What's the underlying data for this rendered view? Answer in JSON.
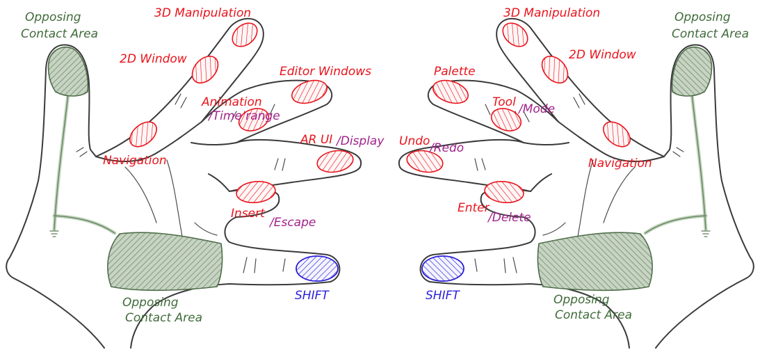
{
  "colors": {
    "primary_label": "#e8141c",
    "secondary_label": "#a0228a",
    "shift_label": "#2a1fd6",
    "contact_area_label": "#3f6b3a"
  },
  "left_hand": {
    "opposing_top_line1": "Opposing",
    "opposing_top_line2": "Contact Area",
    "manip3d": "3D Manipulation",
    "window2d": "2D Window",
    "editor_windows": "Editor Windows",
    "animation": "Animation",
    "time_range": "/Time range",
    "navigation": "Navigation",
    "ar_ui": "AR UI",
    "display": "/Display",
    "insert": "Insert",
    "escape": "/Escape",
    "shift": "SHIFT",
    "opposing_bottom_line1": "Opposing",
    "opposing_bottom_line2": "Contact Area"
  },
  "right_hand": {
    "manip3d": "3D Manipulation",
    "opposing_top_line1": "Opposing",
    "opposing_top_line2": "Contact Area",
    "window2d": "2D Window",
    "palette": "Palette",
    "tool": "Tool",
    "mode": "/Mode",
    "undo": "Undo",
    "redo": "/Redo",
    "navigation": "Navigation",
    "enter": "Enter",
    "delete": "/Delete",
    "shift": "SHIFT",
    "opposing_bottom_line1": "Opposing",
    "opposing_bottom_line2": "Contact Area"
  }
}
